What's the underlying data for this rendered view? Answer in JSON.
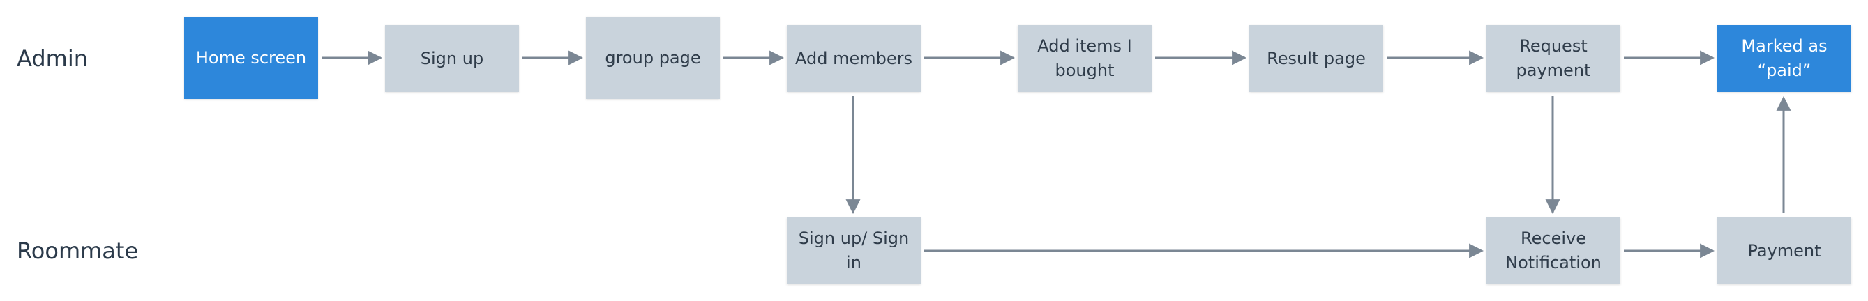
{
  "lanes": {
    "admin": "Admin",
    "roommate": "Roommate"
  },
  "nodes": {
    "home_screen": "Home screen",
    "sign_up": "Sign up",
    "group_page": "group page",
    "add_members": "Add members",
    "add_items": "Add items I bought",
    "result_page": "Result page",
    "request_payment": "Request payment",
    "marked_paid": "Marked as “paid”",
    "sign_up_in": "Sign up/ Sign in",
    "receive_notification": "Receive Notification",
    "payment": "Payment"
  },
  "edges": [
    {
      "from": "Home screen",
      "to": "Sign up"
    },
    {
      "from": "Sign up",
      "to": "group page"
    },
    {
      "from": "group page",
      "to": "Add members"
    },
    {
      "from": "Add members",
      "to": "Add items I bought"
    },
    {
      "from": "Add items I bought",
      "to": "Result page"
    },
    {
      "from": "Result page",
      "to": "Request payment"
    },
    {
      "from": "Request payment",
      "to": "Marked as “paid”"
    },
    {
      "from": "Add members",
      "to": "Sign up/ Sign in"
    },
    {
      "from": "Sign up/ Sign in",
      "to": "Receive Notification"
    },
    {
      "from": "Request payment",
      "to": "Receive Notification"
    },
    {
      "from": "Receive Notification",
      "to": "Payment"
    },
    {
      "from": "Payment",
      "to": "Marked as “paid”"
    }
  ],
  "colors": {
    "primary_node": "#2d87db",
    "default_node": "#c9d3dc",
    "arrow": "#7b8794"
  }
}
